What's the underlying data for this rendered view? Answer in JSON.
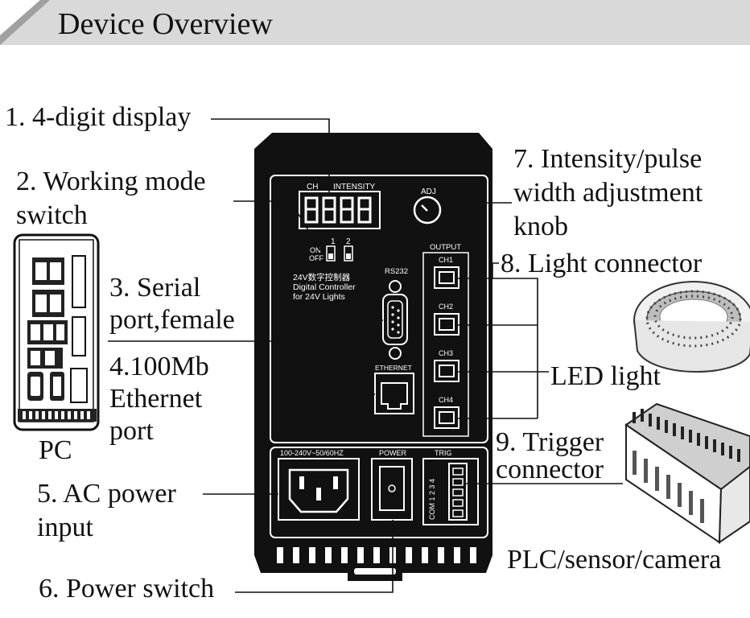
{
  "header": {
    "title": "Device Overview"
  },
  "callouts": {
    "display": "1. 4-digit display",
    "mode_switch_l1": "2. Working mode",
    "mode_switch_l2": "switch",
    "serial_l1": "3. Serial",
    "serial_l2": "port,female",
    "ethernet_l1": "4.100Mb",
    "ethernet_l2": "Ethernet",
    "ethernet_l3": "port",
    "ac_l1": "5. AC power",
    "ac_l2": "input",
    "power_switch": "6. Power switch",
    "knob_l1": "7. Intensity/pulse",
    "knob_l2": "width adjustment",
    "knob_l3": "knob",
    "light_connector": "8. Light connector",
    "trigger_l1": "9. Trigger",
    "trigger_l2": "connector"
  },
  "external": {
    "pc": "PC",
    "led": "LED light",
    "plc": "PLC/sensor/camera"
  },
  "panel": {
    "ch": "CH",
    "intensity": "INTENSITY",
    "adj": "ADJ",
    "on": "ON",
    "off": "OFF",
    "sw1": "1",
    "sw2": "2",
    "product_cn": "24V数字控制器",
    "product_en1": "Digital Controller",
    "product_en2": "for 24V Lights",
    "rs232": "RS232",
    "ethernet": "ETHERNET",
    "output": "OUTPUT",
    "ch1": "CH1",
    "ch2": "CH2",
    "ch3": "CH3",
    "ch4": "CH4",
    "voltage": "100-240V~50/60HZ",
    "power": "POWER",
    "trig": "TRIG",
    "trig_pins": "COM 1 2 3 4"
  },
  "colors": {
    "header_bg": "#d9d9d9",
    "header_accent": "#9a9a9a",
    "device_body": "#111111",
    "panel_line": "#ffffff"
  }
}
